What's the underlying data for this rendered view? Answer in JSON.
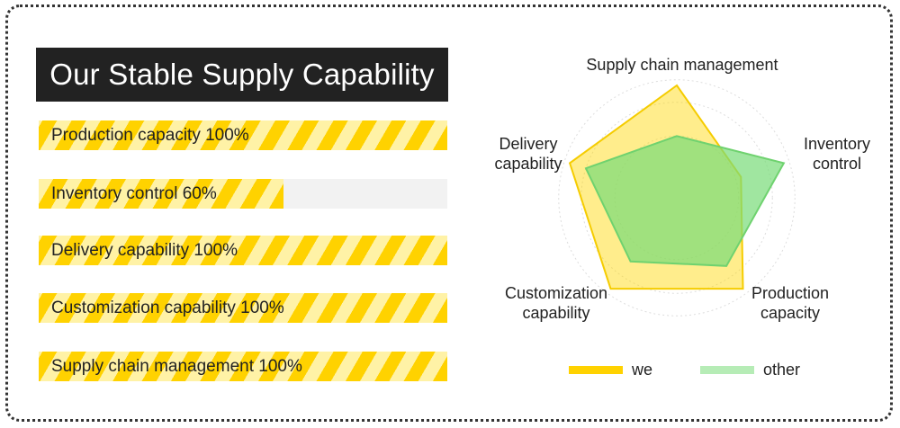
{
  "title": "Our Stable Supply Capability",
  "bars": [
    {
      "label": "Production capacity 100%",
      "value": 100
    },
    {
      "label": "Inventory control 60%",
      "value": 60
    },
    {
      "label": "Delivery capability 100%",
      "value": 100
    },
    {
      "label": "Customization capability 100%",
      "value": 100
    },
    {
      "label": "Supply chain management 100%",
      "value": 100
    }
  ],
  "colors": {
    "we": "#ffd200",
    "other": "#8fe08f",
    "title_bg": "#222222"
  },
  "chart_data": {
    "type": "radar",
    "axes": [
      {
        "line1": "Supply chain management",
        "line2": ""
      },
      {
        "line1": "Inventory",
        "line2": "control"
      },
      {
        "line1": "Production",
        "line2": "capacity"
      },
      {
        "line1": "Customization",
        "line2": "capability"
      },
      {
        "line1": "Delivery",
        "line2": "capability"
      }
    ],
    "rmax": 100,
    "series": [
      {
        "name": "we",
        "values": [
          100,
          60,
          100,
          100,
          100
        ]
      },
      {
        "name": "other",
        "values": [
          55,
          100,
          75,
          70,
          85
        ]
      }
    ],
    "legend": "bottom"
  }
}
